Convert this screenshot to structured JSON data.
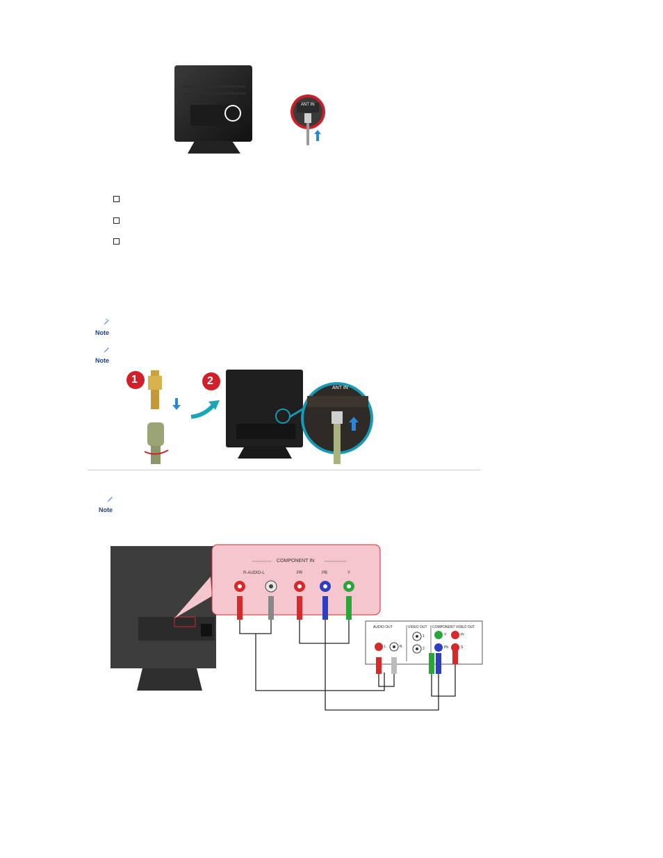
{
  "figure1": {
    "port_label": "ANT IN"
  },
  "bullets": [
    {
      "text": ""
    },
    {
      "text": ""
    },
    {
      "text": ""
    }
  ],
  "notes": [
    {
      "label": "Note"
    },
    {
      "label": "Note"
    },
    {
      "label": "Note"
    }
  ],
  "figure2": {
    "step1": "1",
    "step2": "2",
    "port_label": "ANT IN"
  },
  "figure3": {
    "panel_title": "COMPONENT IN",
    "inputs": [
      "R-AUDIO-L",
      "PR",
      "PB",
      "Y"
    ],
    "device_headers": [
      "AUDIO OUT",
      "VIDEO OUT",
      "COMPONENT VIDEO OUT"
    ],
    "device_audio": [
      "L",
      "R"
    ],
    "device_video": [
      "1",
      "2"
    ],
    "device_component": [
      "Y",
      "Pr",
      "Pb",
      "S"
    ]
  },
  "colors": {
    "red": "#d42a2a",
    "blue": "#2b3fbf",
    "green": "#28a63a",
    "teal": "#1899b5",
    "panel_pink": "#f6c6cf"
  }
}
